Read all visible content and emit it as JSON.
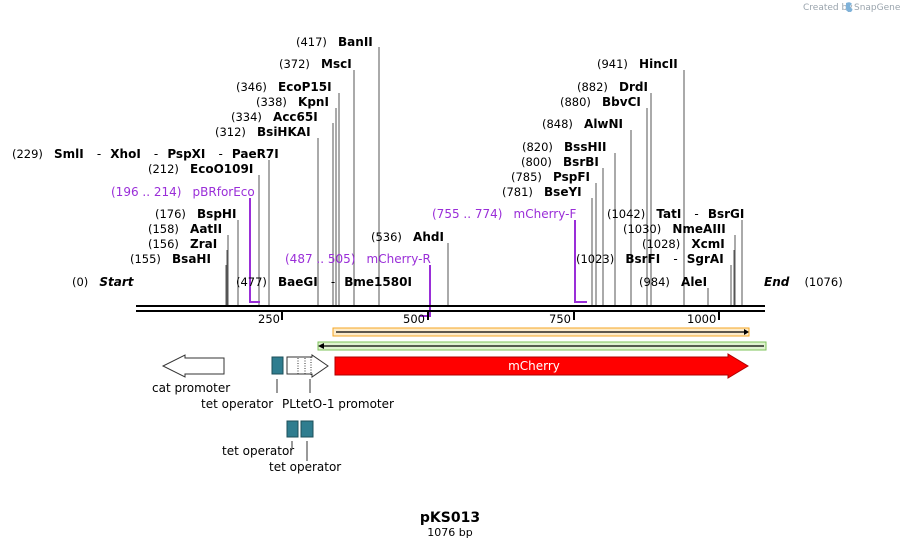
{
  "credit": {
    "created_by": "Created by",
    "brand": "SnapGene"
  },
  "plasmid": {
    "name": "pKS013",
    "length_label": "1076 bp",
    "length": 1076
  },
  "start_label": {
    "pos": "(0)",
    "text": "Start"
  },
  "end_label": {
    "pos": "(1076)",
    "text": "End"
  },
  "ruler": [
    "250",
    "500",
    "750",
    "1000"
  ],
  "enzymes": [
    {
      "pos": "(417)",
      "name": "BanII"
    },
    {
      "pos": "(372)",
      "name": "MscI"
    },
    {
      "pos": "(346)",
      "name": "EcoP15I"
    },
    {
      "pos": "(338)",
      "name": "KpnI"
    },
    {
      "pos": "(334)",
      "name": "Acc65I"
    },
    {
      "pos": "(312)",
      "name": "BsiHKAI"
    },
    {
      "pos": "(229)",
      "name": "SmlI",
      "extra": [
        "XhoI",
        "PspXI",
        "PaeR7I"
      ]
    },
    {
      "pos": "(212)",
      "name": "EcoO109I"
    },
    {
      "pos": "(176)",
      "name": "BspHI"
    },
    {
      "pos": "(158)",
      "name": "AatII"
    },
    {
      "pos": "(156)",
      "name": "ZraI"
    },
    {
      "pos": "(155)",
      "name": "BsaHI"
    },
    {
      "pos": "(477)",
      "name": "BaeGI",
      "extra": [
        "Bme1580I"
      ]
    },
    {
      "pos": "(536)",
      "name": "AhdI"
    },
    {
      "pos": "(941)",
      "name": "HincII"
    },
    {
      "pos": "(882)",
      "name": "DrdI"
    },
    {
      "pos": "(880)",
      "name": "BbvCI"
    },
    {
      "pos": "(848)",
      "name": "AlwNI"
    },
    {
      "pos": "(820)",
      "name": "BssHII"
    },
    {
      "pos": "(800)",
      "name": "BsrBI"
    },
    {
      "pos": "(785)",
      "name": "PspFI"
    },
    {
      "pos": "(781)",
      "name": "BseYI"
    },
    {
      "pos": "(1042)",
      "name": "TatI",
      "extra": [
        "BsrGI"
      ]
    },
    {
      "pos": "(1030)",
      "name": "NmeAIII"
    },
    {
      "pos": "(1028)",
      "name": "XcmI"
    },
    {
      "pos": "(1023)",
      "name": "BsrFI",
      "extra": [
        "SgrAI"
      ]
    },
    {
      "pos": "(984)",
      "name": "AleI"
    }
  ],
  "primers": [
    {
      "range": "(196 .. 214)",
      "name": "pBRforEco"
    },
    {
      "range": "(487 .. 505)",
      "name": "mCherry-R"
    },
    {
      "range": "(755 .. 774)",
      "name": "mCherry-F"
    }
  ],
  "features": {
    "cat_promoter": "cat promoter",
    "tet_operator_1": "tet operator",
    "pltet_promoter": "PLtetO-1 promoter",
    "mcherry": "mCherry",
    "tet_operator_2": "tet operator",
    "tet_operator_3": "tet operator"
  },
  "colors": {
    "primer": "#9a2ed8",
    "mcherry": "#ff0000",
    "operator": "#2f7d8f",
    "orange_bar": "#f5a623",
    "green_bar": "#2e7d1e"
  }
}
